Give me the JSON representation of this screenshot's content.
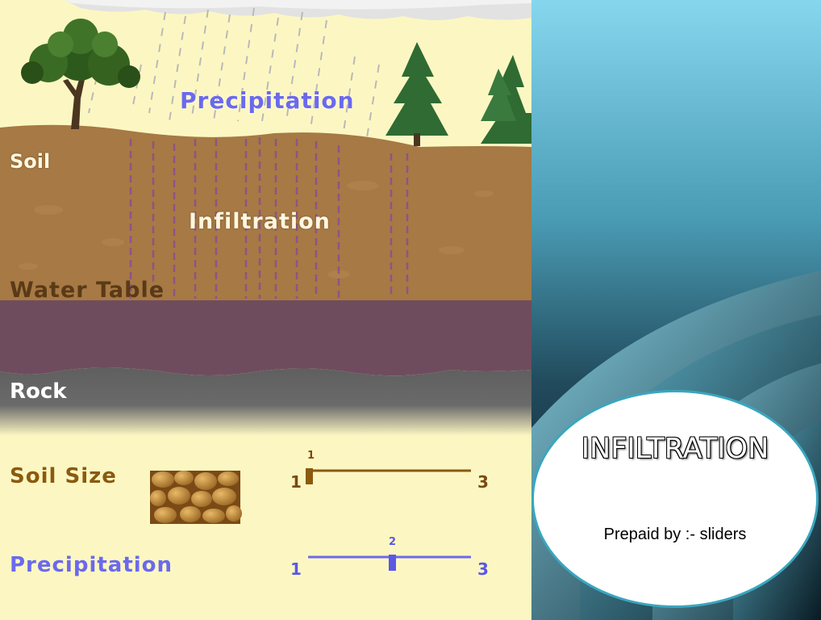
{
  "diagram": {
    "sky_label": "Precipitation",
    "soil_label": "Soil",
    "infiltration_label": "Infiltration",
    "water_table_label": "Water Table",
    "rock_label": "Rock"
  },
  "controls": {
    "soil_size": {
      "label": "Soil Size",
      "min_label": "1",
      "max_label": "3",
      "value": 1,
      "value_label": "1",
      "min": 1,
      "max": 3
    },
    "precipitation": {
      "label": "Precipitation",
      "min_label": "1",
      "max_label": "3",
      "value": 2,
      "value_label": "2",
      "min": 1,
      "max": 3
    }
  },
  "panel": {
    "title": "INFILTRATION",
    "credit": "Prepaid by :- sliders"
  },
  "colors": {
    "sky": "#fcf7c2",
    "soil": "#a67945",
    "water_zone": "#6f4c5d",
    "rock": "#5f5f5f",
    "label_blue": "#6b69ee",
    "label_brown": "#8a5a10",
    "panel_border": "#3aa6bf"
  },
  "icons": [
    "cloud-icon",
    "rain-icon",
    "deciduous-tree-icon",
    "pine-tree-icon",
    "soil-texture-icon"
  ]
}
